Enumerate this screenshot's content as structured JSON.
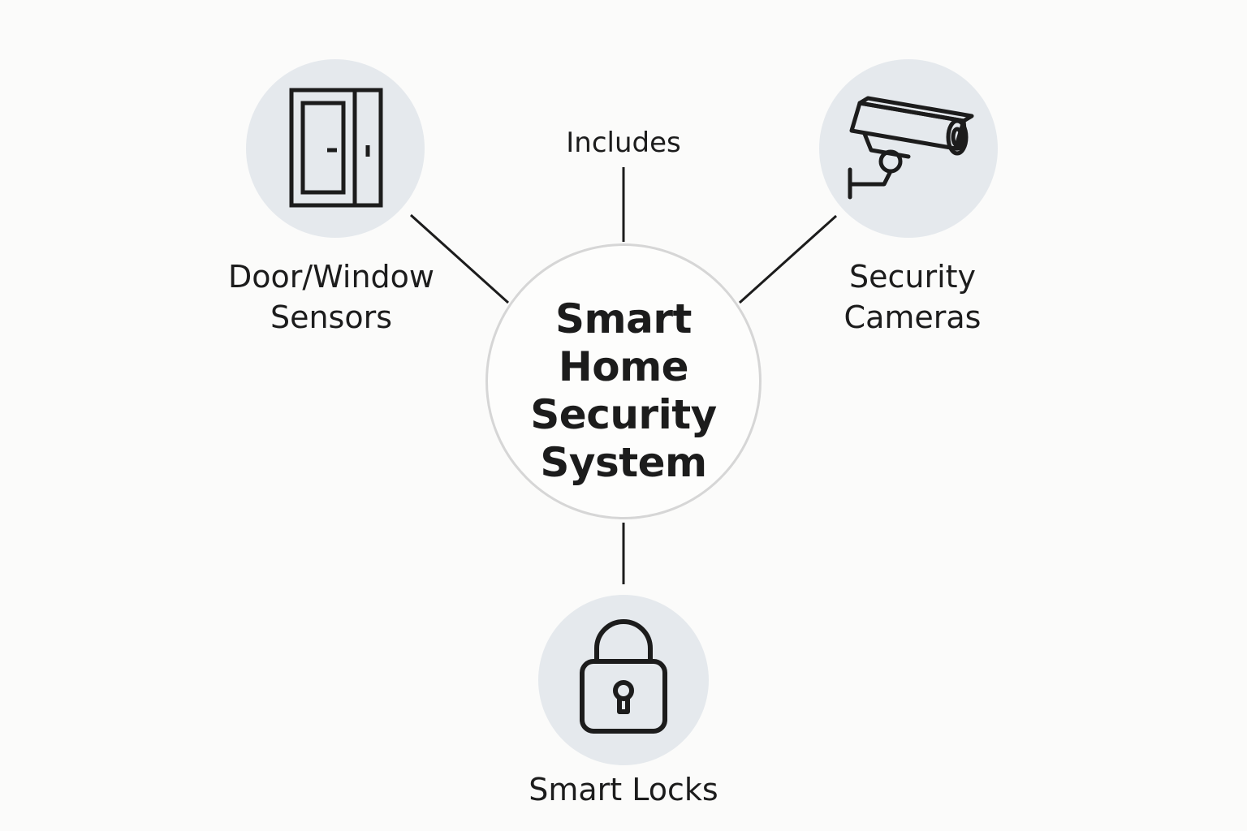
{
  "center": {
    "title": "Smart\nHome\nSecurity\nSystem"
  },
  "connector_label": "Includes",
  "nodes": {
    "sensors": {
      "label": "Door/Window\nSensors",
      "icon": "door-icon"
    },
    "cameras": {
      "label": "Security\nCameras",
      "icon": "security-camera-icon"
    },
    "locks": {
      "label": "Smart Locks",
      "icon": "padlock-icon"
    }
  },
  "colors": {
    "background": "#fbfbfa",
    "icon_circle": "#e5e9ed",
    "center_border": "#d6d6d6",
    "line": "#1c1c1c"
  }
}
